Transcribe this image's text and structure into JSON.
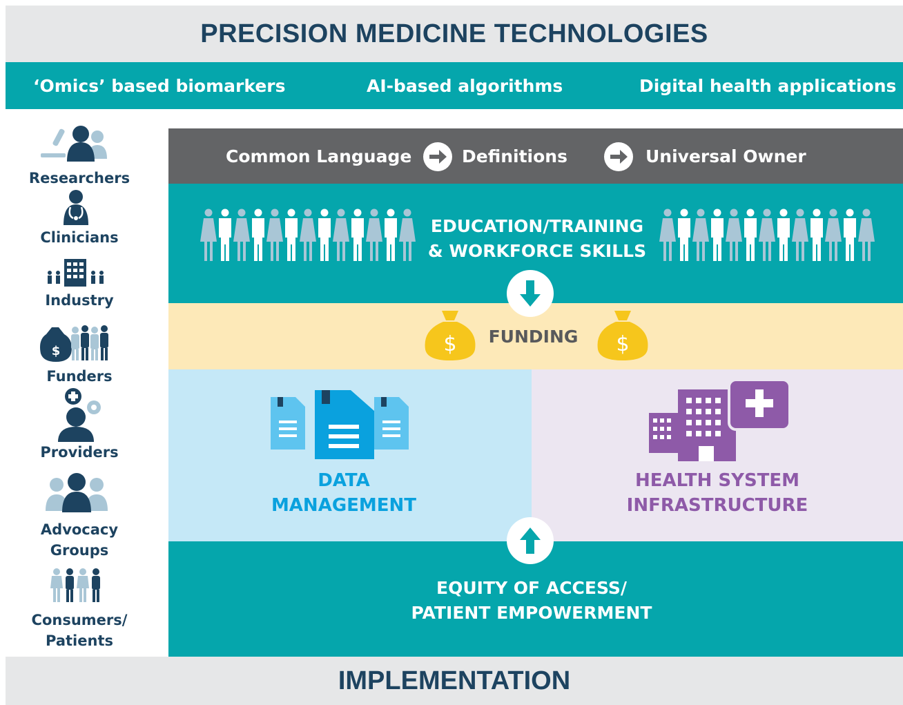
{
  "header": {
    "title": "PRECISION MEDICINE TECHNOLOGIES"
  },
  "technologies": [
    "‘Omics’ based biomarkers",
    "AI-based algorithms",
    "Digital health applications"
  ],
  "stakeholders": {
    "researchers": "Researchers",
    "clinicians": "Clinicians",
    "industry": "Industry",
    "funders": "Funders",
    "providers": "Providers",
    "advocacy_line1": "Advocacy",
    "advocacy_line2": "Groups",
    "consumers_line1": "Consumers/",
    "consumers_line2": "Patients"
  },
  "language_bar": {
    "step1": "Common Language",
    "step2": "Definitions",
    "step3": "Universal Owner"
  },
  "education": {
    "line1": "EDUCATION/TRAINING",
    "line2": "& WORKFORCE SKILLS"
  },
  "funding": {
    "label": "FUNDING",
    "currency_symbol": "$"
  },
  "data_management": {
    "line1": "DATA",
    "line2": "MANAGEMENT"
  },
  "health_system": {
    "line1": "HEALTH SYSTEM",
    "line2": "INFRASTRUCTURE"
  },
  "equity": {
    "line1": "EQUITY OF ACCESS/",
    "line2": "PATIENT EMPOWERMENT"
  },
  "footer": {
    "title": "IMPLEMENTATION"
  },
  "colors": {
    "navy": "#1d4360",
    "teal": "#05a6ac",
    "grey": "#636466",
    "light_grey": "#e6e7e8",
    "funding_bg": "#fde9b8",
    "data_bg": "#c5e8f7",
    "data_text": "#0aa1de",
    "health_bg": "#ece6f1",
    "health_text": "#8e5aa8",
    "gold": "#f6c61c"
  }
}
